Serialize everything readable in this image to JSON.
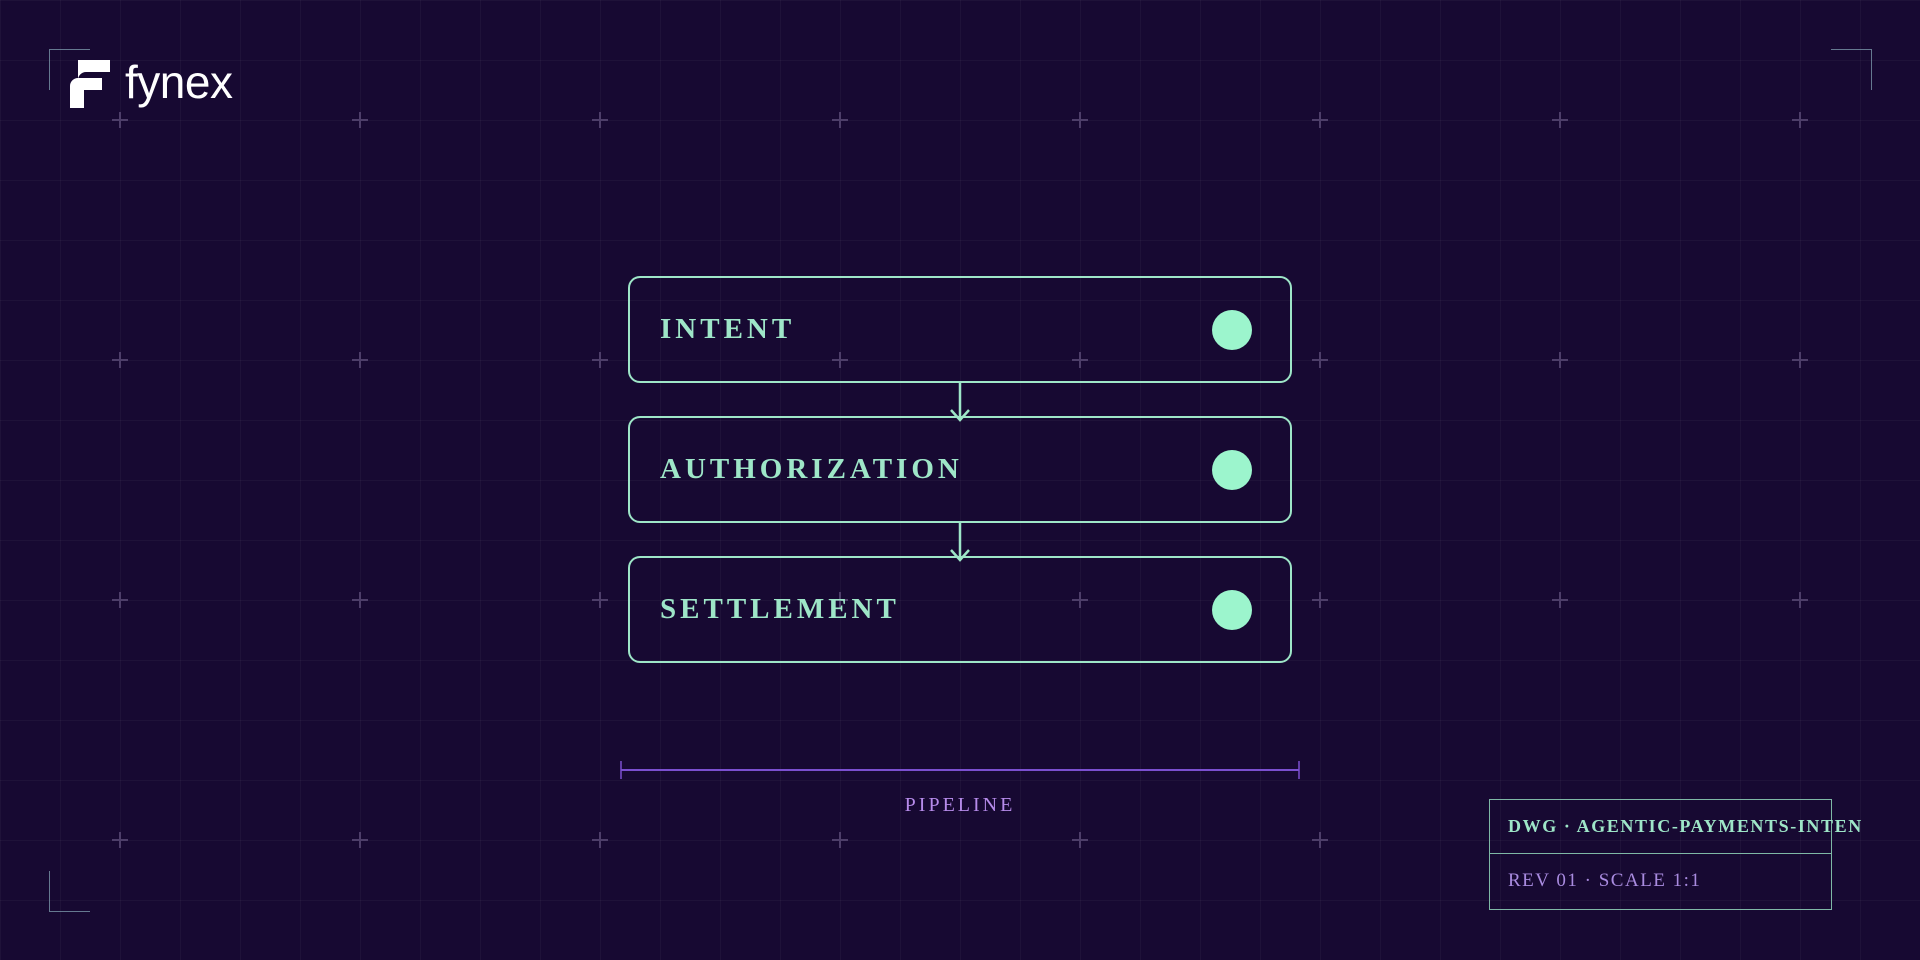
{
  "brand": {
    "name": "fynex"
  },
  "diagram": {
    "nodes": [
      {
        "label": "INTENT"
      },
      {
        "label": "AUTHORIZATION"
      },
      {
        "label": "SETTLEMENT"
      }
    ],
    "bracket_label": "PIPELINE"
  },
  "title_block": {
    "drawing": "DWG · AGENTIC-PAYMENTS-INTEN",
    "revision": "REV 01 · SCALE 1:1"
  },
  "colors": {
    "background": "#170932",
    "node_stroke": "#9ee6c8",
    "node_dot": "#9cf5cd",
    "bracket": "#7b4fd0",
    "secondary_text": "#b68bea",
    "corner_marks": "#7f9fb0"
  }
}
